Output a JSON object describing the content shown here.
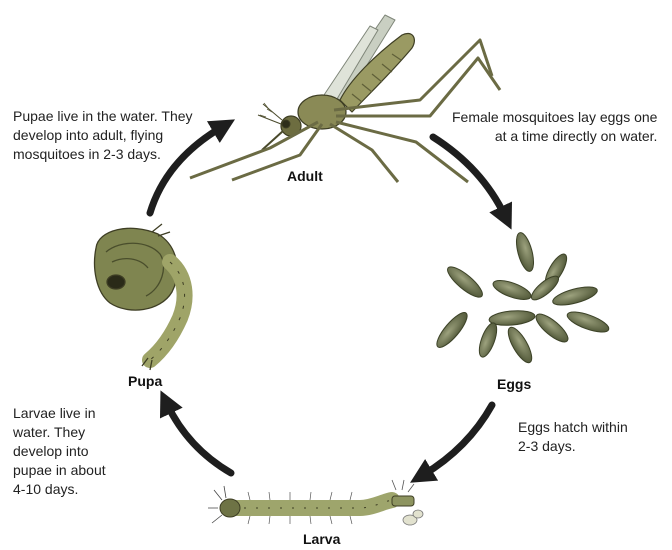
{
  "stages": {
    "adult": "Adult",
    "eggs": "Eggs",
    "larva": "Larva",
    "pupa": "Pupa"
  },
  "notes": {
    "female_line1": "Female mosquitoes lay eggs one",
    "female_line2": "at a time directly on water.",
    "eggs_hatch_line1": "Eggs hatch within",
    "eggs_hatch_line2": "2-3 days.",
    "larvae_line1": "Larvae live in",
    "larvae_line2": "water. They",
    "larvae_line3": "develop into",
    "larvae_line4": "pupae in about",
    "larvae_line5": "4-10 days.",
    "pupae_line1": "Pupae live in the water. They",
    "pupae_line2": "develop into adult, flying",
    "pupae_line3": "mosquitoes in 2-3 days."
  },
  "colors": {
    "arrow": "#1e1e1e",
    "body_olive": "#9a9a63",
    "body_dark": "#5f5f38",
    "egg_dark": "#525a3a",
    "egg_light": "#8e9470",
    "wing": "#c9cfc2"
  }
}
